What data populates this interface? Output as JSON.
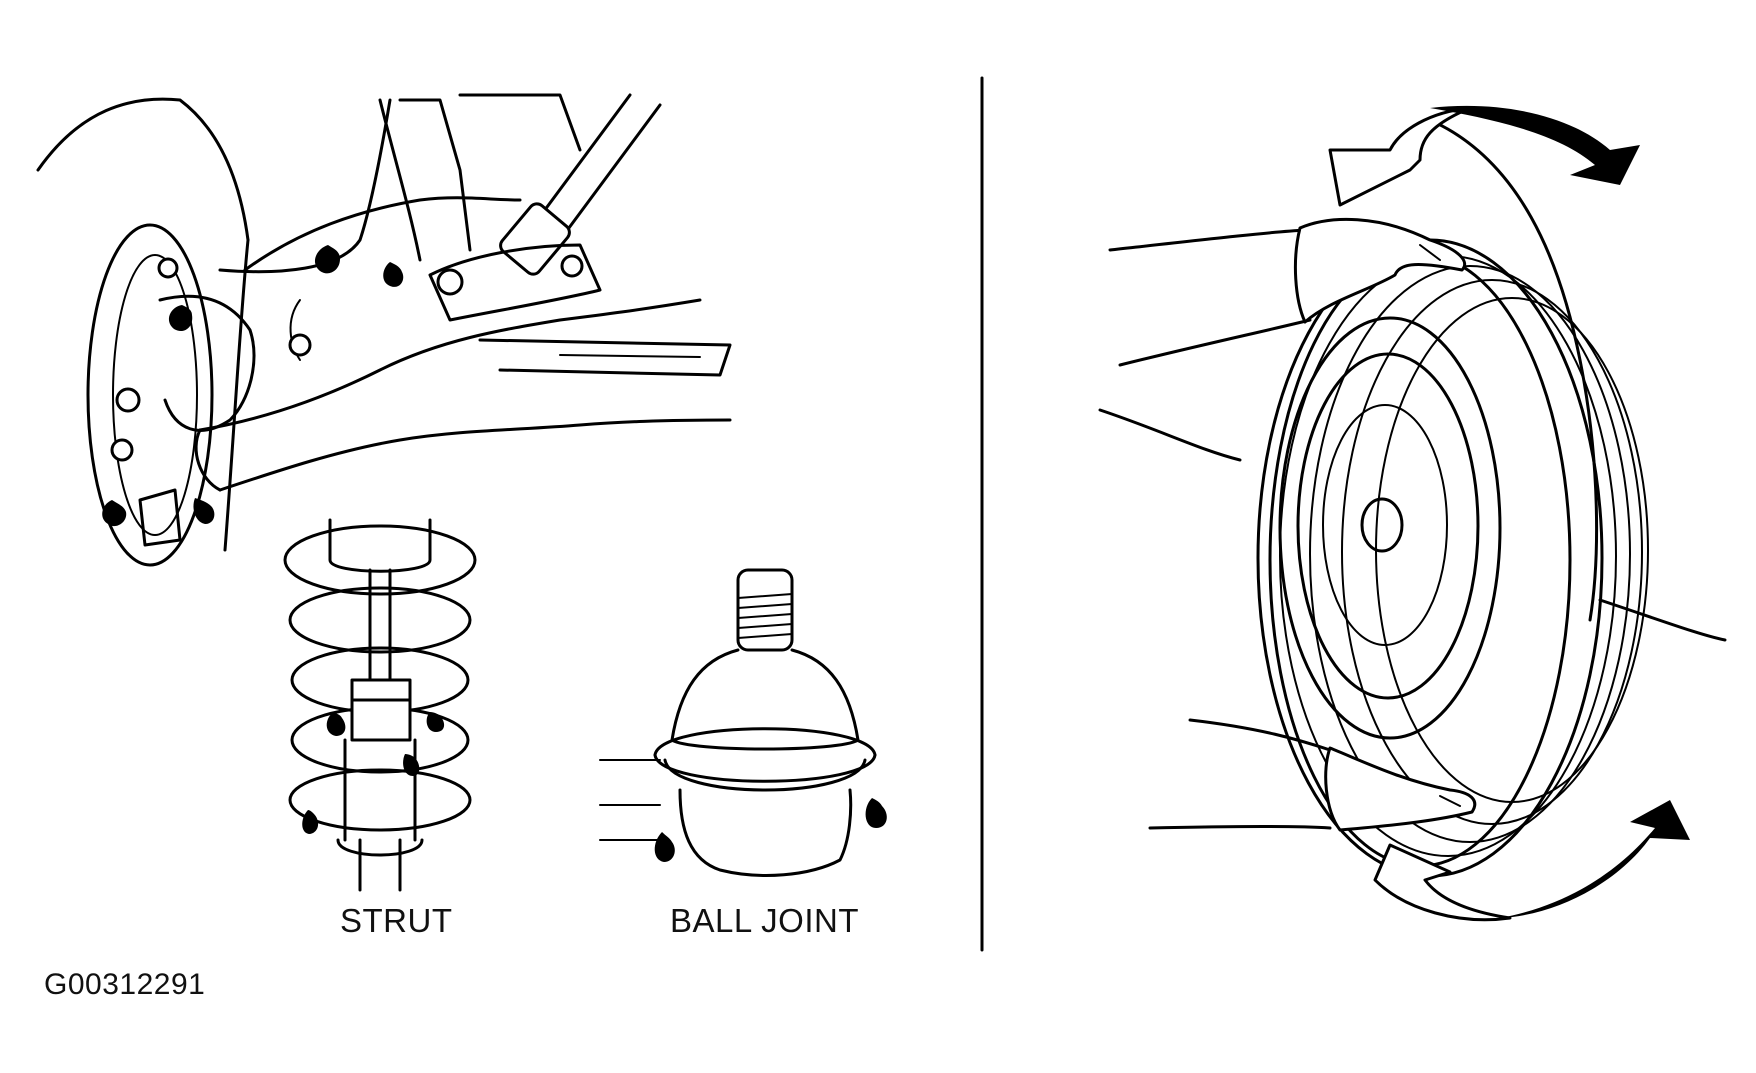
{
  "labels": {
    "strut": "STRUT",
    "ball_joint": "BALL JOINT",
    "figure_code": "G00312291"
  },
  "colors": {
    "line": "#000000",
    "background": "#ffffff"
  }
}
